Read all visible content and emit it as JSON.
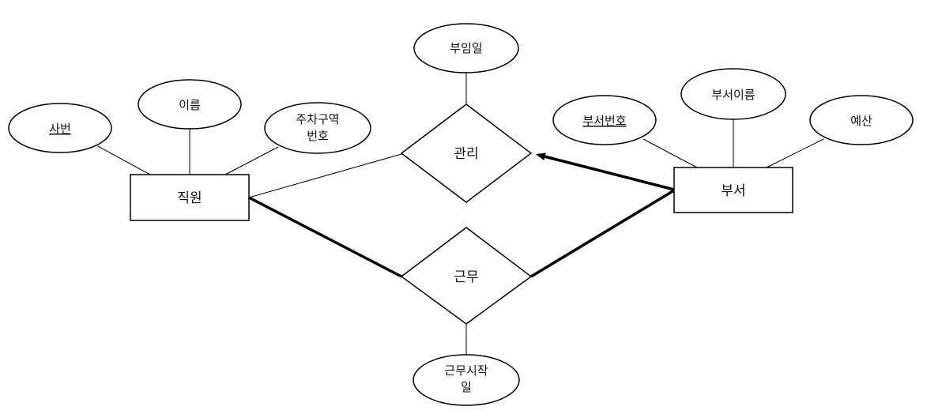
{
  "entities": {
    "employee": "직원",
    "department": "부서"
  },
  "relationships": {
    "manages": "관리",
    "works_in": "근무"
  },
  "attributes": {
    "employee_id": "사번",
    "name": "이름",
    "parking_zone_line1": "주차구역",
    "parking_zone_line2": "번호",
    "start_date": "부임일",
    "dept_no": "부서번호",
    "dept_name": "부서이름",
    "budget": "예산",
    "work_start_line1": "근무시작",
    "work_start_line2": "일"
  }
}
